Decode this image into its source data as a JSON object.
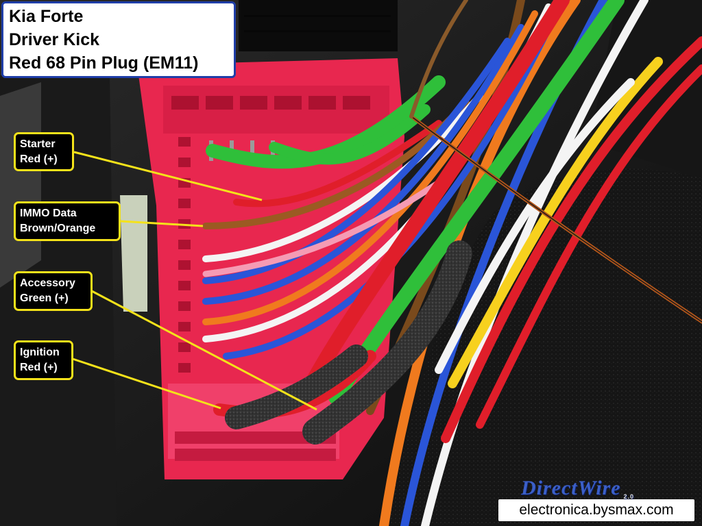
{
  "title": {
    "line1": "Kia Forte",
    "line2": "Driver Kick",
    "line3": "Red 68 Pin Plug (EM11)"
  },
  "callouts": [
    {
      "id": "starter",
      "line1": "Starter",
      "line2": "Red (+)"
    },
    {
      "id": "immo",
      "line1": "IMMO Data",
      "line2": "Brown/Orange"
    },
    {
      "id": "accessory",
      "line1": "Accessory",
      "line2": "Green (+)"
    },
    {
      "id": "ignition",
      "line1": "Ignition",
      "line2": "Red (+)"
    }
  ],
  "branding": {
    "logo_text": "DirectWire",
    "logo_version": "2.0",
    "watermark": "electronica.bysmax.com"
  },
  "colors": {
    "callout_border": "#f4e21a",
    "title_border": "#1f3ea8",
    "connector": "#e8274f"
  }
}
